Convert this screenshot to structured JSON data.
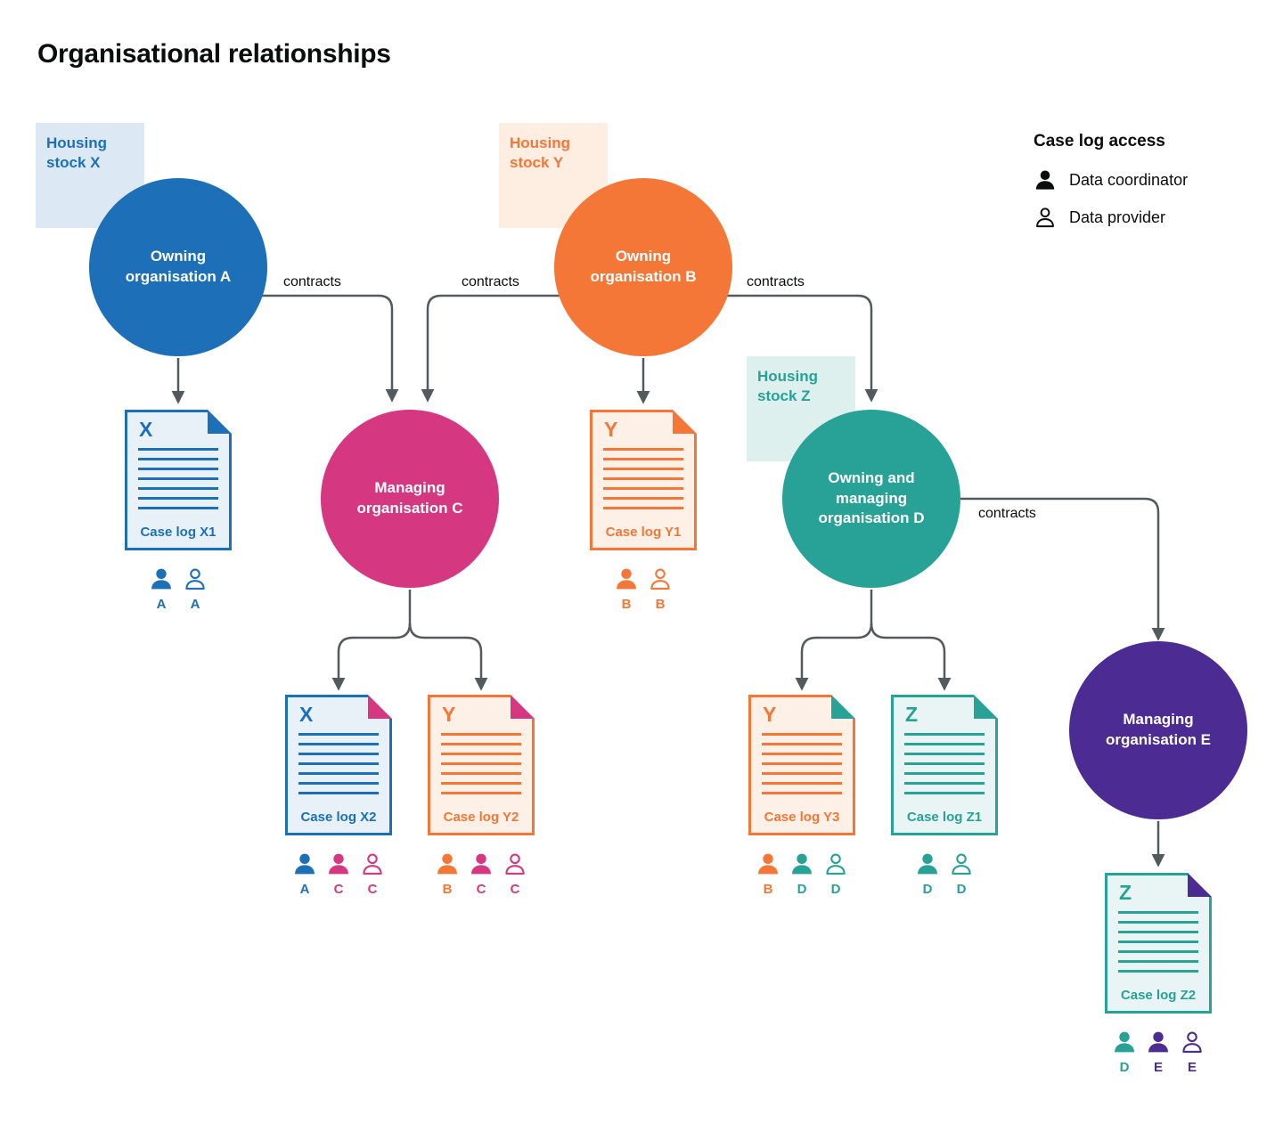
{
  "title": "Organisational relationships",
  "labels": {
    "contracts": "contracts"
  },
  "legend": {
    "title": "Case log access",
    "items": [
      {
        "icon": "person-filled-icon",
        "label": "Data coordinator"
      },
      {
        "icon": "person-outline-icon",
        "label": "Data provider"
      }
    ]
  },
  "palette": {
    "blue": "#1d70b8",
    "orange": "#f47738",
    "pink": "#d53880",
    "teal": "#28a197",
    "purple": "#4c2c92",
    "connector": "#505a5f",
    "text": "#0b0c0c"
  },
  "housing_stocks": [
    {
      "id": "X",
      "label": "Housing stock X",
      "color": "blue"
    },
    {
      "id": "Y",
      "label": "Housing stock Y",
      "color": "orange"
    },
    {
      "id": "Z",
      "label": "Housing stock Z",
      "color": "teal"
    }
  ],
  "organisations": [
    {
      "id": "A",
      "label": "Owning organisation A",
      "color": "blue"
    },
    {
      "id": "B",
      "label": "Owning organisation B",
      "color": "orange"
    },
    {
      "id": "C",
      "label": "Managing organisation C",
      "color": "pink"
    },
    {
      "id": "D",
      "label": "Owning and managing organisation D",
      "color": "teal"
    },
    {
      "id": "E",
      "label": "Managing organisation E",
      "color": "purple"
    }
  ],
  "case_logs": [
    {
      "id": "X1",
      "letter": "X",
      "caption": "Case log X1",
      "color": "blue",
      "fold": "blue",
      "access": [
        {
          "role": "coordinator",
          "letter": "A",
          "color": "blue"
        },
        {
          "role": "provider",
          "letter": "A",
          "color": "blue"
        }
      ]
    },
    {
      "id": "Y1",
      "letter": "Y",
      "caption": "Case log Y1",
      "color": "orange",
      "fold": "orange",
      "access": [
        {
          "role": "coordinator",
          "letter": "B",
          "color": "orange"
        },
        {
          "role": "provider",
          "letter": "B",
          "color": "orange"
        }
      ]
    },
    {
      "id": "X2",
      "letter": "X",
      "caption": "Case log X2",
      "color": "blue",
      "fold": "pink",
      "access": [
        {
          "role": "coordinator",
          "letter": "A",
          "color": "blue"
        },
        {
          "role": "coordinator",
          "letter": "C",
          "color": "pink"
        },
        {
          "role": "provider",
          "letter": "C",
          "color": "pink"
        }
      ]
    },
    {
      "id": "Y2",
      "letter": "Y",
      "caption": "Case log Y2",
      "color": "orange",
      "fold": "pink",
      "access": [
        {
          "role": "coordinator",
          "letter": "B",
          "color": "orange"
        },
        {
          "role": "coordinator",
          "letter": "C",
          "color": "pink"
        },
        {
          "role": "provider",
          "letter": "C",
          "color": "pink"
        }
      ]
    },
    {
      "id": "Y3",
      "letter": "Y",
      "caption": "Case log Y3",
      "color": "orange",
      "fold": "teal",
      "access": [
        {
          "role": "coordinator",
          "letter": "B",
          "color": "orange"
        },
        {
          "role": "coordinator",
          "letter": "D",
          "color": "teal"
        },
        {
          "role": "provider",
          "letter": "D",
          "color": "teal"
        }
      ]
    },
    {
      "id": "Z1",
      "letter": "Z",
      "caption": "Case log Z1",
      "color": "teal",
      "fold": "teal",
      "access": [
        {
          "role": "coordinator",
          "letter": "D",
          "color": "teal"
        },
        {
          "role": "provider",
          "letter": "D",
          "color": "teal"
        }
      ]
    },
    {
      "id": "Z2",
      "letter": "Z",
      "caption": "Case log Z2",
      "color": "teal",
      "fold": "purple",
      "access": [
        {
          "role": "coordinator",
          "letter": "D",
          "color": "teal"
        },
        {
          "role": "coordinator",
          "letter": "E",
          "color": "purple"
        },
        {
          "role": "provider",
          "letter": "E",
          "color": "purple"
        }
      ]
    }
  ]
}
